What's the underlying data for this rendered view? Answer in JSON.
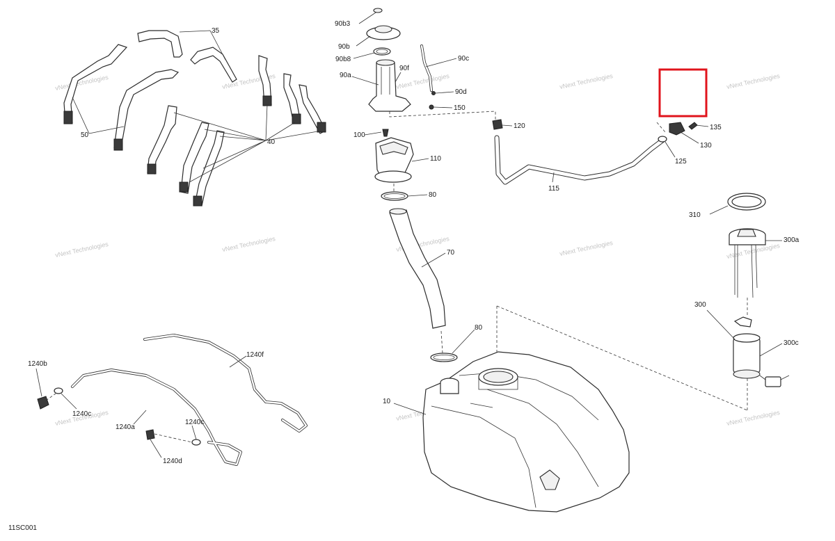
{
  "diagram_code": "11SC001",
  "watermark": "vNext Technologies",
  "highlight_color": "#e0141c",
  "callouts": {
    "c35": "35",
    "c40": "40",
    "c50": "50",
    "c90b3": "90b3",
    "c90b": "90b",
    "c90b8": "90b8",
    "c90f": "90f",
    "c90a": "90a",
    "c90c": "90c",
    "c90d": "90d",
    "c150": "150",
    "c100": "100",
    "c110": "110",
    "c80a": "80",
    "c70": "70",
    "c80b": "80",
    "c10": "10",
    "c120": "120",
    "c115": "115",
    "c125": "125",
    "c130": "130",
    "c135": "135",
    "c310": "310",
    "c300a": "300a",
    "c300": "300",
    "c300c": "300c",
    "c1240b": "1240b",
    "c1240c": "1240c",
    "c1240a": "1240a",
    "c1240c2": "1240c",
    "c1240d": "1240d",
    "c1240f": "1240f"
  }
}
